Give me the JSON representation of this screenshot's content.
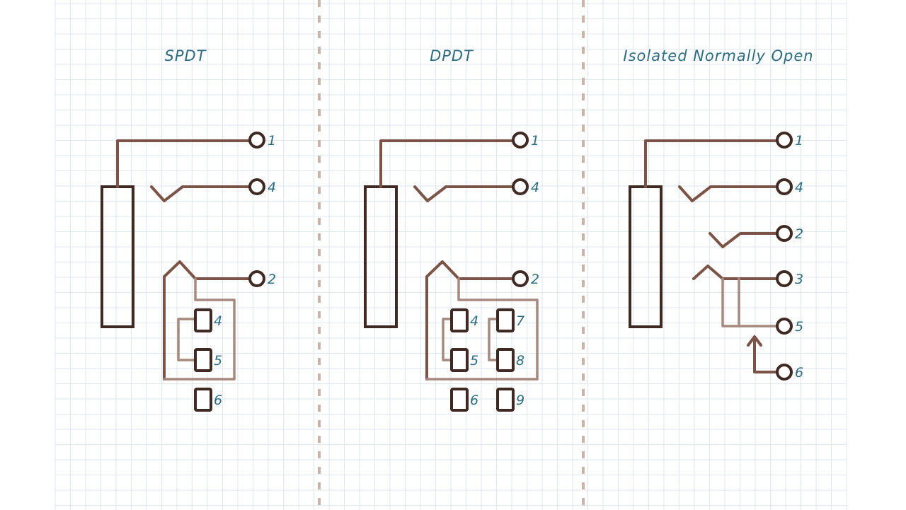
{
  "colors": {
    "grid": "#dfe7ef",
    "wire": "#7b5347",
    "wire_light": "#a68a7f",
    "coil": "#3e2a22",
    "label": "#2f6b80",
    "divider": "#c9b5a8"
  },
  "panels": [
    {
      "id": "spdt",
      "title": "SPDT",
      "terminals": [
        "1",
        "4",
        "2"
      ],
      "pins": [
        "4",
        "5",
        "6"
      ]
    },
    {
      "id": "dpdt",
      "title": "DPDT",
      "terminals": [
        "1",
        "4",
        "2"
      ],
      "pins": [
        "4",
        "5",
        "6",
        "7",
        "8",
        "9"
      ]
    },
    {
      "id": "isolated-no",
      "title": "Isolated Normally Open",
      "terminals": [
        "1",
        "4",
        "2",
        "3",
        "5",
        "6"
      ],
      "pins": []
    }
  ]
}
